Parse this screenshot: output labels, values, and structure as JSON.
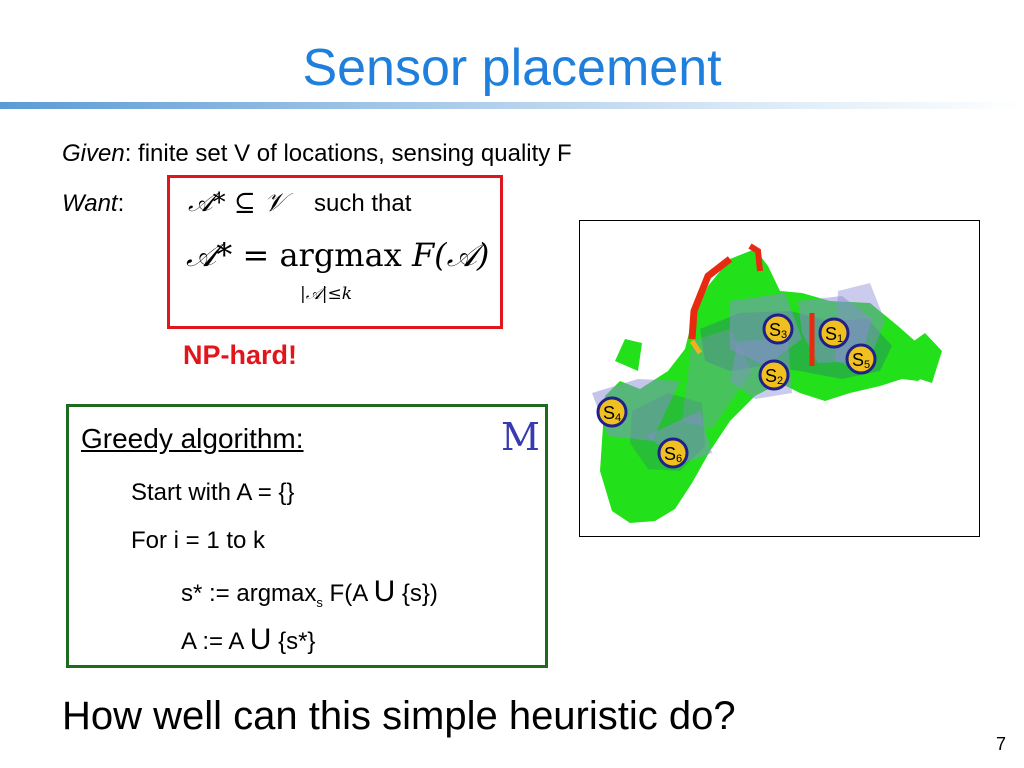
{
  "slide": {
    "title": "Sensor placement",
    "given_label": "Given",
    "given_text": ": finite set V of locations, sensing quality F",
    "want_label": "Want",
    "want_colon": ":",
    "formula": {
      "line1_lhs": "𝒜* ⊆ 𝒱",
      "line1_suffix": "such that",
      "line2_lhs": "𝒜* = ",
      "line2_op": "argmax",
      "line2_rhs": "F(𝒜)",
      "constraint": "|𝒜|≤k"
    },
    "np_hard": "NP-hard!",
    "algorithm": {
      "title": "Greedy algorithm:",
      "marker": "M",
      "step1": "Start with A = {}",
      "step2": "For i = 1 to k",
      "step3_a": "s* := argmax",
      "step3_sub": "s",
      "step3_b": " F(A ",
      "step3_union": "U",
      "step3_c": " {s})",
      "step4_a": "A := A ",
      "step4_union": "U",
      "step4_b": " {s*}"
    },
    "question": "How well can this simple heuristic do?",
    "page_number": "7"
  },
  "map": {
    "sensors": [
      {
        "label": "S",
        "sub": "3"
      },
      {
        "label": "S",
        "sub": "1"
      },
      {
        "label": "S",
        "sub": "5"
      },
      {
        "label": "S",
        "sub": "2"
      },
      {
        "label": "S",
        "sub": "4"
      },
      {
        "label": "S",
        "sub": "6"
      }
    ],
    "colors": {
      "terrain": "#22e01a",
      "terrain_dark": "#2aa84a",
      "hotspot": "#e82a10",
      "sensor_fill": "#f0c020",
      "sensor_ring": "#20208a",
      "coverage": "#8c8cd8"
    }
  }
}
